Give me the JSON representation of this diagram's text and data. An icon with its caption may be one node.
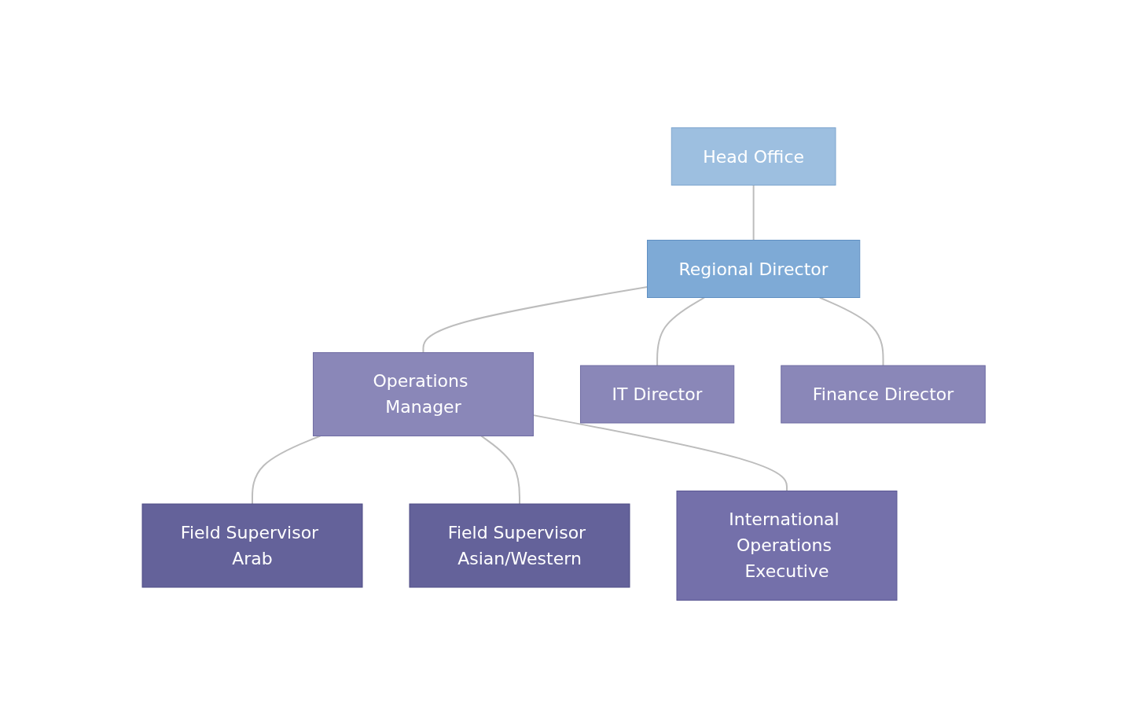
{
  "diagram": {
    "nodes": [
      {
        "text": [
          "Head Office"
        ]
      },
      {
        "text": [
          "Regional Director"
        ]
      },
      {
        "text": [
          "Operations Manager"
        ]
      },
      {
        "text": [
          "IT Director"
        ]
      },
      {
        "text": [
          "Finance Director"
        ]
      },
      {
        "text": [
          "Field Supervisor Arab"
        ]
      },
      {
        "text": [
          "Field Supervisor Asian/Western"
        ]
      },
      {
        "text": [
          "International Operations Executive"
        ]
      }
    ],
    "edges": [
      {
        "from": 0,
        "to": 1,
        "arrow": "none"
      },
      {
        "from": 1,
        "to": 2,
        "arrow": "none"
      },
      {
        "from": 1,
        "to": 3,
        "arrow": "none"
      },
      {
        "from": 1,
        "to": 4,
        "arrow": "none"
      },
      {
        "from": 2,
        "to": 5,
        "arrow": "none"
      },
      {
        "from": 2,
        "to": 6,
        "arrow": "none"
      },
      {
        "from": 2,
        "to": 7,
        "arrow": "none"
      }
    ]
  }
}
